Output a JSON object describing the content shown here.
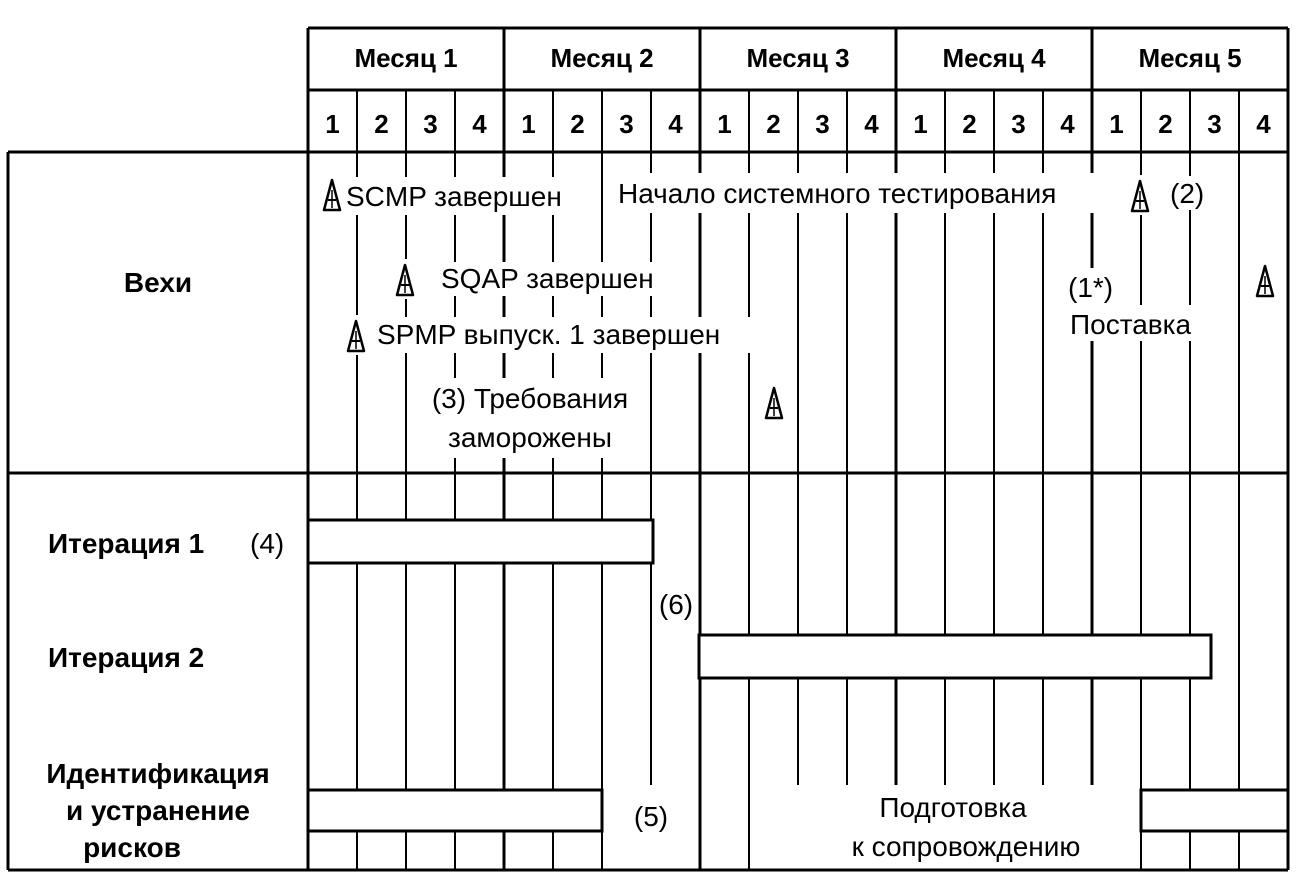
{
  "timeline": {
    "months": [
      "Месяц 1",
      "Месяц 2",
      "Месяц 3",
      "Месяц 4",
      "Месяц 5"
    ],
    "weeks": [
      "1",
      "2",
      "3",
      "4"
    ]
  },
  "rows": {
    "milestones": "Вехи",
    "iteration1": "Итерация 1",
    "iteration2": "Итерация 2",
    "risks": [
      "Идентификация",
      "и устранение",
      "рисков"
    ]
  },
  "milestones": {
    "scmp": "SCMP завершен",
    "system_testing": "Начало системного тестирования",
    "note2": "(2)",
    "sqap": "SQAP завершен",
    "spmp": "SPMP выпуск. 1 завершен",
    "note1": "(1*)",
    "delivery": "Поставка",
    "requirements": [
      "(3) Требования",
      "заморожены"
    ]
  },
  "notes": {
    "n4": "(4)",
    "n6": "(6)",
    "n5": "(5)"
  },
  "maintenance": [
    "Подготовка",
    "к сопровождению"
  ]
}
